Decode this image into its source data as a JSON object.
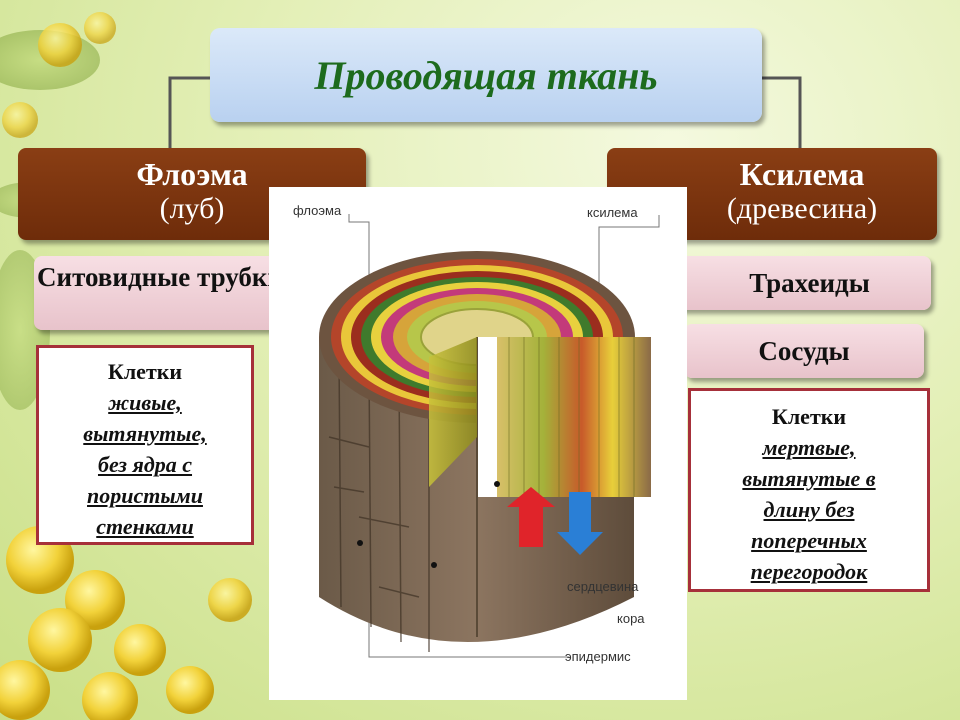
{
  "title": "Проводящая ткань",
  "phloem": {
    "name": "Флоэма",
    "alt_name": "(луб)",
    "element": "Ситовидные трубки",
    "cells": {
      "intro": "Клетки",
      "properties": [
        "живые,",
        "вытянутые,",
        "без ядра с",
        "пористыми",
        "стенками"
      ]
    }
  },
  "xylem": {
    "name": "Ксилема",
    "alt_name": "(древесина)",
    "elements": [
      "Трахеиды",
      "Сосуды"
    ],
    "cells": {
      "intro": "Клетки",
      "properties": [
        "мертвые,",
        "вытянутые в",
        "длину без",
        "поперечных",
        "перегородок"
      ]
    }
  },
  "figure_labels": {
    "phloem": "флоэма",
    "xylem": "ксилема",
    "pith": "сердцевина",
    "cortex": "кора",
    "epidermis": "эпидермис"
  },
  "colors": {
    "title_text": "#1d6b1d",
    "brown_box": "#7a320e",
    "pink_box": "#f0d2d8",
    "cell_box_border": "#a6303a",
    "arrow_up": "#e0242a",
    "arrow_down": "#2a7fd6"
  }
}
